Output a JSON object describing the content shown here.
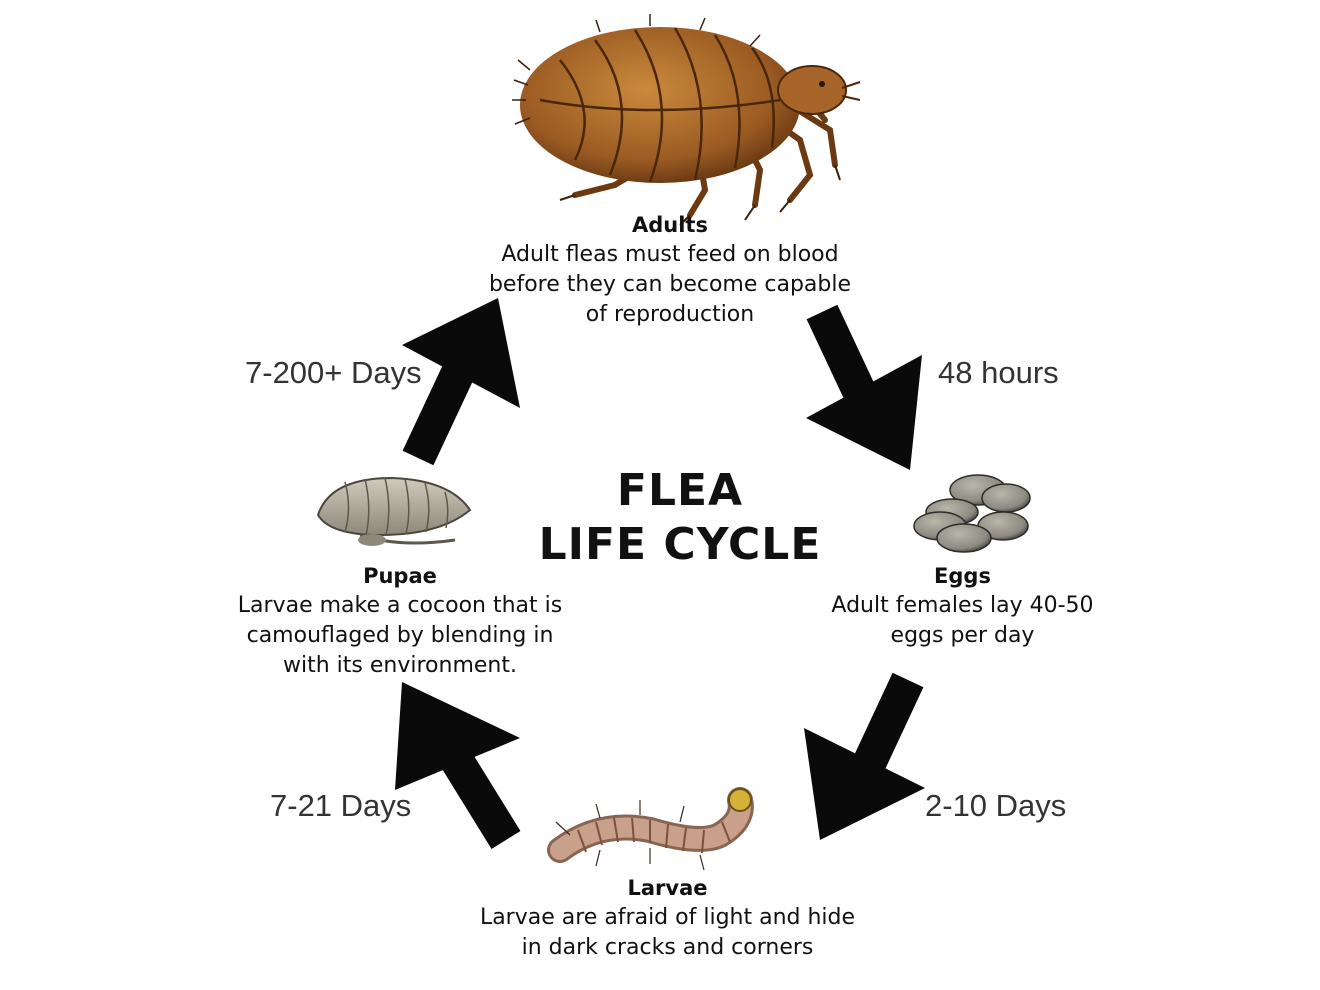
{
  "title": {
    "line1": "FLEA",
    "line2": "LIFE CYCLE"
  },
  "stages": {
    "adults": {
      "name": "Adults",
      "line1": "Adult fleas must feed on blood",
      "line2": "before they can become capable",
      "line3": "of reproduction"
    },
    "eggs": {
      "name": "Eggs",
      "line1": "Adult females lay 40-50",
      "line2": "eggs per day"
    },
    "larvae": {
      "name": "Larvae",
      "line1": "Larvae are afraid of light and hide",
      "line2": "in dark cracks and corners"
    },
    "pupae": {
      "name": "Pupae",
      "line1": "Larvae make a cocoon that is",
      "line2": "camouflaged by blending in",
      "line3": "with its environment."
    }
  },
  "durations": {
    "adults_to_eggs": "48 hours",
    "eggs_to_larvae": "2-10 Days",
    "larvae_to_pupae": "7-21 Days",
    "pupae_to_adults": "7-200+ Days"
  },
  "icons": {
    "adult": "adult-flea-icon",
    "eggs": "flea-eggs-icon",
    "larva": "flea-larva-icon",
    "pupa": "flea-pupa-icon"
  },
  "colors": {
    "arrow": "#0a0a0a",
    "flea_body": "#9a5a22",
    "egg": "#8c8a80",
    "larva": "#c9a08a",
    "pupa": "#b8b2a4"
  }
}
